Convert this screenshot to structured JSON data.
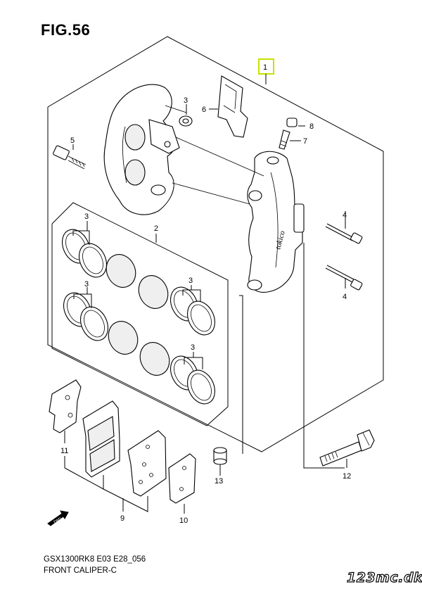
{
  "figure": {
    "title": "FIG.56"
  },
  "callouts": {
    "c1": "1",
    "c2": "2",
    "c3a": "3",
    "c3b": "3",
    "c3c": "3",
    "c3d": "3",
    "c4a": "4",
    "c4b": "4",
    "c5": "5",
    "c6": "6",
    "c7": "7",
    "c8": "8",
    "c9": "9",
    "c10": "10",
    "c11": "11",
    "c12": "12",
    "c13": "13"
  },
  "footer": {
    "code": "GSX1300RK8 E03 E28_056",
    "name": "FRONT CALIPER-C"
  },
  "watermark": {
    "text": "123mc.dk"
  },
  "colors": {
    "highlight_box": "#c8e000",
    "line": "#000000"
  },
  "icons": {
    "front_arrow": "front-direction-arrow-icon"
  }
}
